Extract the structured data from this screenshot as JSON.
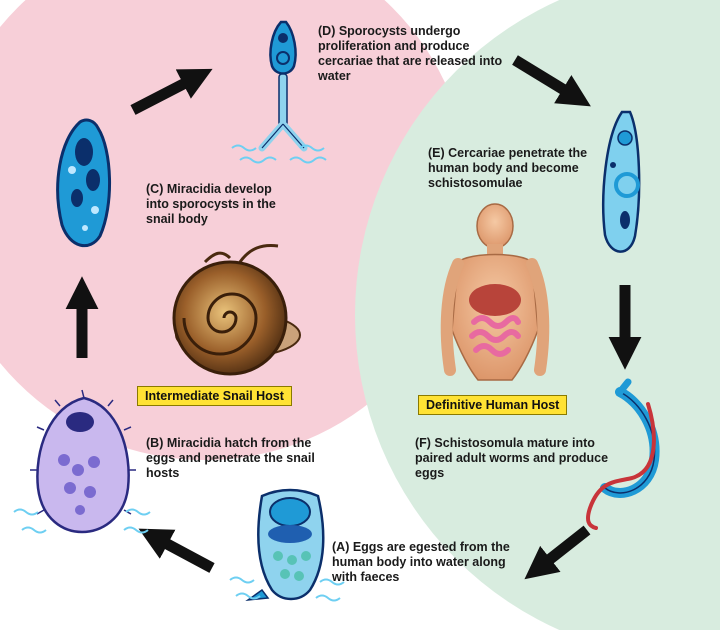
{
  "colors": {
    "snail_region": "#f7cfd8",
    "human_region": "#d8ecdf",
    "host_box": "#ffe234",
    "parasite_blue": "#1f9ad6",
    "parasite_dark": "#0b2f6b",
    "worm_red": "#c8343a",
    "arrow": "#111111"
  },
  "stages": {
    "a": "(A) Eggs are egested from the human body into water along with faeces",
    "b": "(B) Miracidia hatch from the eggs and penetrate the snail hosts",
    "c": "(C) Miracidia develop into sporocysts in the snail body",
    "d": "(D) Sporocysts undergo proliferation and produce cercariae that are released into water",
    "e": "(E) Cercariae penetrate the human body and become schistosomulae",
    "f": "(F) Schistosomula mature into paired adult worms and produce eggs"
  },
  "hosts": {
    "snail": "Intermediate Snail Host",
    "human": "Definitive Human Host"
  },
  "icons": [
    "egg-icon",
    "miracidium-icon",
    "sporocyst-icon",
    "cercaria-icon",
    "schistosomula-icon",
    "adult-worm-pair-icon",
    "snail-icon",
    "human-torso-icon",
    "water-wave-icon",
    "arrow-icon"
  ]
}
